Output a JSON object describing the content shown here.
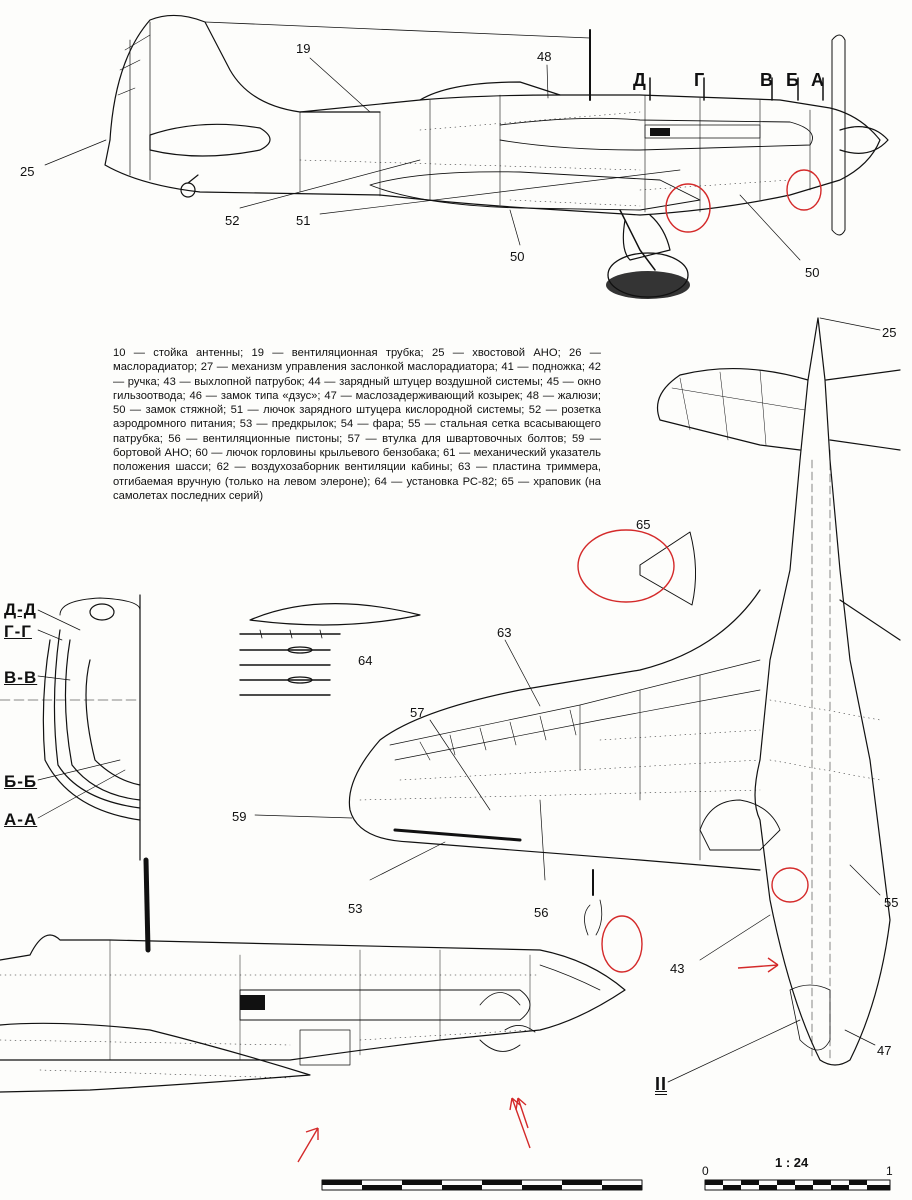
{
  "callouts": {
    "c19": "19",
    "c48": "48",
    "c25a": "25",
    "c52": "52",
    "c51": "51",
    "c50a": "50",
    "c50b": "50",
    "c25b": "25",
    "c65": "65",
    "c63": "63",
    "c64": "64",
    "c57": "57",
    "c59": "59",
    "c53": "53",
    "c56": "56",
    "c55": "55",
    "c43": "43",
    "c47": "47",
    "cII": "II"
  },
  "sections_top": {
    "d": "Д",
    "g": "Г",
    "v": "В",
    "b": "Б",
    "a": "А"
  },
  "sections_left": {
    "dd": "Д-Д",
    "gg": "Г-Г",
    "vv": "В-В",
    "bb": "Б-Б",
    "aa": "А-А"
  },
  "legend_text": "10 — стойка антенны; 19 — вентиляционная трубка; 25 — хвостовой АНО; 26 — маслорадиатор; 27 — механизм управления заслонкой маслорадиатора; 41 — подножка; 42 — ручка; 43 — выхлопной патрубок; 44 — зарядный штуцер воздушной системы; 45 — окно гильзоотвода; 46 — замок типа «дзус»; 47 — маслозадерживающий козырек; 48 — жалюзи; 50 — замок стяжной; 51 — лючок зарядного штуцера кислородной системы; 52 — розетка аэродромного питания; 53 — предкрылок; 54 — фара; 55 — стальная сетка всасывающего патрубка; 56 — вентиляционные пистоны; 57 — втулка для швартовочных болтов; 59 — бортовой АНО; 60 — лючок горловины крыльевого бензобака; 61 — механический указатель положения шасси; 62 — воздухозаборник вентиляции кабины; 63 — пластина триммера, отгибаемая вручную (только на левом элероне); 64 — установка РС-82; 65 — храповик (на самолетах последних серий)",
  "scale": {
    "ratio": "1 : 24",
    "start": "0",
    "end": "1"
  },
  "colors": {
    "ink": "#111111",
    "highlight": "#d42a2a",
    "paper": "#fdfdfb"
  }
}
